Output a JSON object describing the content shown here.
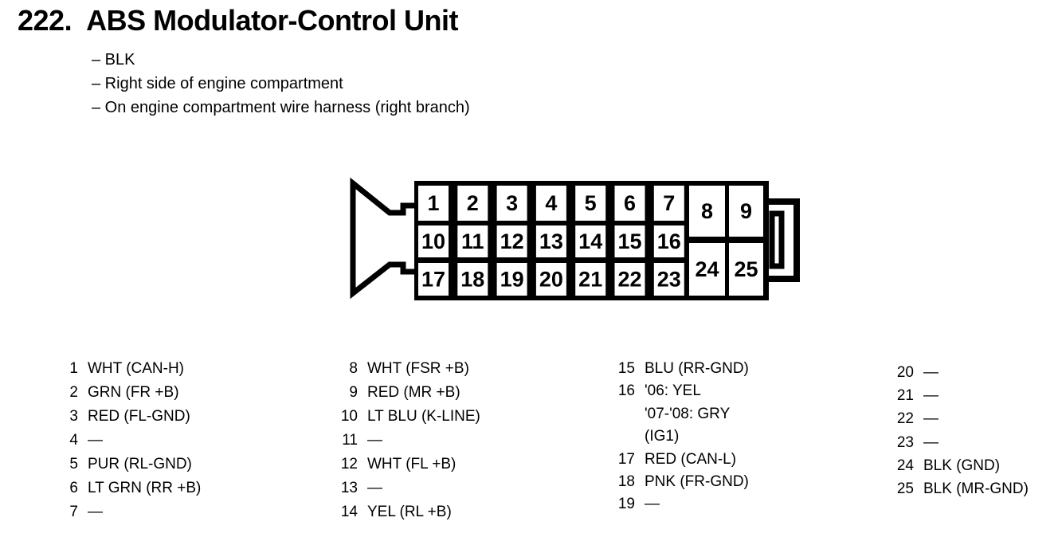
{
  "page": {
    "number": "222.",
    "title": "ABS Modulator-Control Unit",
    "bullet_dash": "–",
    "bullets": [
      "BLK",
      "Right side of engine compartment",
      "On engine compartment wire harness (right branch)"
    ]
  },
  "connector": {
    "grid_rows": [
      [
        "1",
        "2",
        "3",
        "4",
        "5",
        "6",
        "7"
      ],
      [
        "10",
        "11",
        "12",
        "13",
        "14",
        "15",
        "16"
      ],
      [
        "17",
        "18",
        "19",
        "20",
        "21",
        "22",
        "23"
      ]
    ],
    "side_top": [
      "8",
      "9"
    ],
    "side_bottom": [
      "24",
      "25"
    ]
  },
  "pin_list": {
    "columns": [
      [
        {
          "num": "1",
          "lines": [
            "WHT (CAN-H)"
          ]
        },
        {
          "num": "2",
          "lines": [
            "GRN (FR +B)"
          ]
        },
        {
          "num": "3",
          "lines": [
            "RED (FL-GND)"
          ]
        },
        {
          "num": "4",
          "lines": [
            "—"
          ]
        },
        {
          "num": "5",
          "lines": [
            "PUR (RL-GND)"
          ]
        },
        {
          "num": "6",
          "lines": [
            "LT GRN (RR +B)"
          ]
        },
        {
          "num": "7",
          "lines": [
            "—"
          ]
        }
      ],
      [
        {
          "num": "8",
          "lines": [
            "WHT (FSR +B)"
          ]
        },
        {
          "num": "9",
          "lines": [
            "RED (MR +B)"
          ]
        },
        {
          "num": "10",
          "lines": [
            "LT BLU (K-LINE)"
          ]
        },
        {
          "num": "11",
          "lines": [
            "—"
          ]
        },
        {
          "num": "12",
          "lines": [
            "WHT (FL +B)"
          ]
        },
        {
          "num": "13",
          "lines": [
            "—"
          ]
        },
        {
          "num": "14",
          "lines": [
            "YEL (RL +B)"
          ]
        }
      ],
      [
        {
          "num": "15",
          "lines": [
            "BLU (RR-GND)"
          ]
        },
        {
          "num": "16",
          "lines": [
            "'06: YEL",
            "'07-'08: GRY",
            "(IG1)"
          ]
        },
        {
          "num": "17",
          "lines": [
            "RED (CAN-L)"
          ]
        },
        {
          "num": "18",
          "lines": [
            "PNK (FR-GND)"
          ]
        },
        {
          "num": "19",
          "lines": [
            "—"
          ]
        }
      ],
      [
        {
          "num": "20",
          "lines": [
            "—"
          ]
        },
        {
          "num": "21",
          "lines": [
            "—"
          ]
        },
        {
          "num": "22",
          "lines": [
            "—"
          ]
        },
        {
          "num": "23",
          "lines": [
            "—"
          ]
        },
        {
          "num": "24",
          "lines": [
            "BLK (GND)"
          ]
        },
        {
          "num": "25",
          "lines": [
            "BLK (MR-GND)"
          ]
        }
      ]
    ]
  },
  "colors": {
    "ink": "#000000",
    "paper": "#ffffff"
  }
}
